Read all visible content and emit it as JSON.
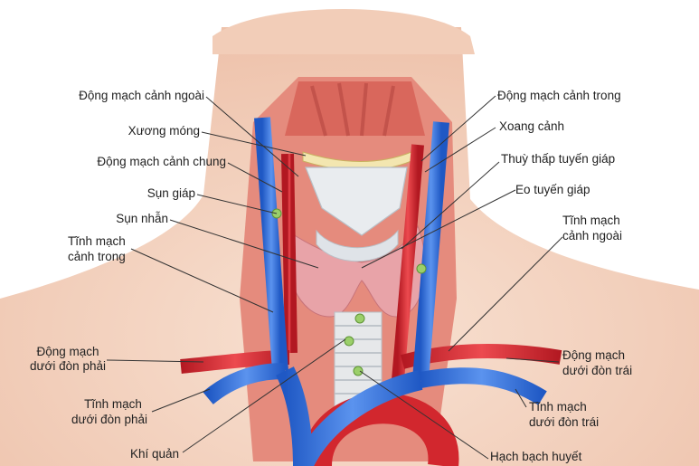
{
  "labels": {
    "external_carotid_artery": "Động mạch cảnh ngoài",
    "hyoid_bone": "Xương móng",
    "common_carotid_artery": "Động mạch cảnh chung",
    "thyroid_cartilage": "Sụn giáp",
    "cricoid_cartilage": "Sụn nhẫn",
    "internal_jugular_vein_1": "Tĩnh mạch",
    "internal_jugular_vein_2": "cảnh trong",
    "right_subclavian_artery_1": "Động mạch",
    "right_subclavian_artery_2": "dưới đòn phải",
    "right_subclavian_vein_1": "Tĩnh mạch",
    "right_subclavian_vein_2": "dưới đòn phải",
    "trachea": "Khí quản",
    "internal_carotid_artery": "Động mạch cảnh trong",
    "carotid_sinus": "Xoang cảnh",
    "thyroid_lobe": "Thuỳ thấp tuyến giáp",
    "thyroid_isthmus": "Eo tuyến giáp",
    "external_jugular_vein_1": "Tĩnh mạch",
    "external_jugular_vein_2": "cảnh ngoài",
    "left_subclavian_artery_1": "Động mạch",
    "left_subclavian_artery_2": "dưới đòn trái",
    "left_subclavian_vein_1": "Tĩnh mạch",
    "left_subclavian_vein_2": "dưới đòn trái",
    "lymph_node": "Hạch bạch huyết"
  },
  "colors": {
    "skin": "#f6d9c6",
    "muscle": "#d9675c",
    "artery": "#d2272e",
    "vein": "#2f6fd6",
    "thyroid": "#e8a3a8",
    "cartilage": "#e9ecef",
    "lymph": "#9bcf6a"
  }
}
